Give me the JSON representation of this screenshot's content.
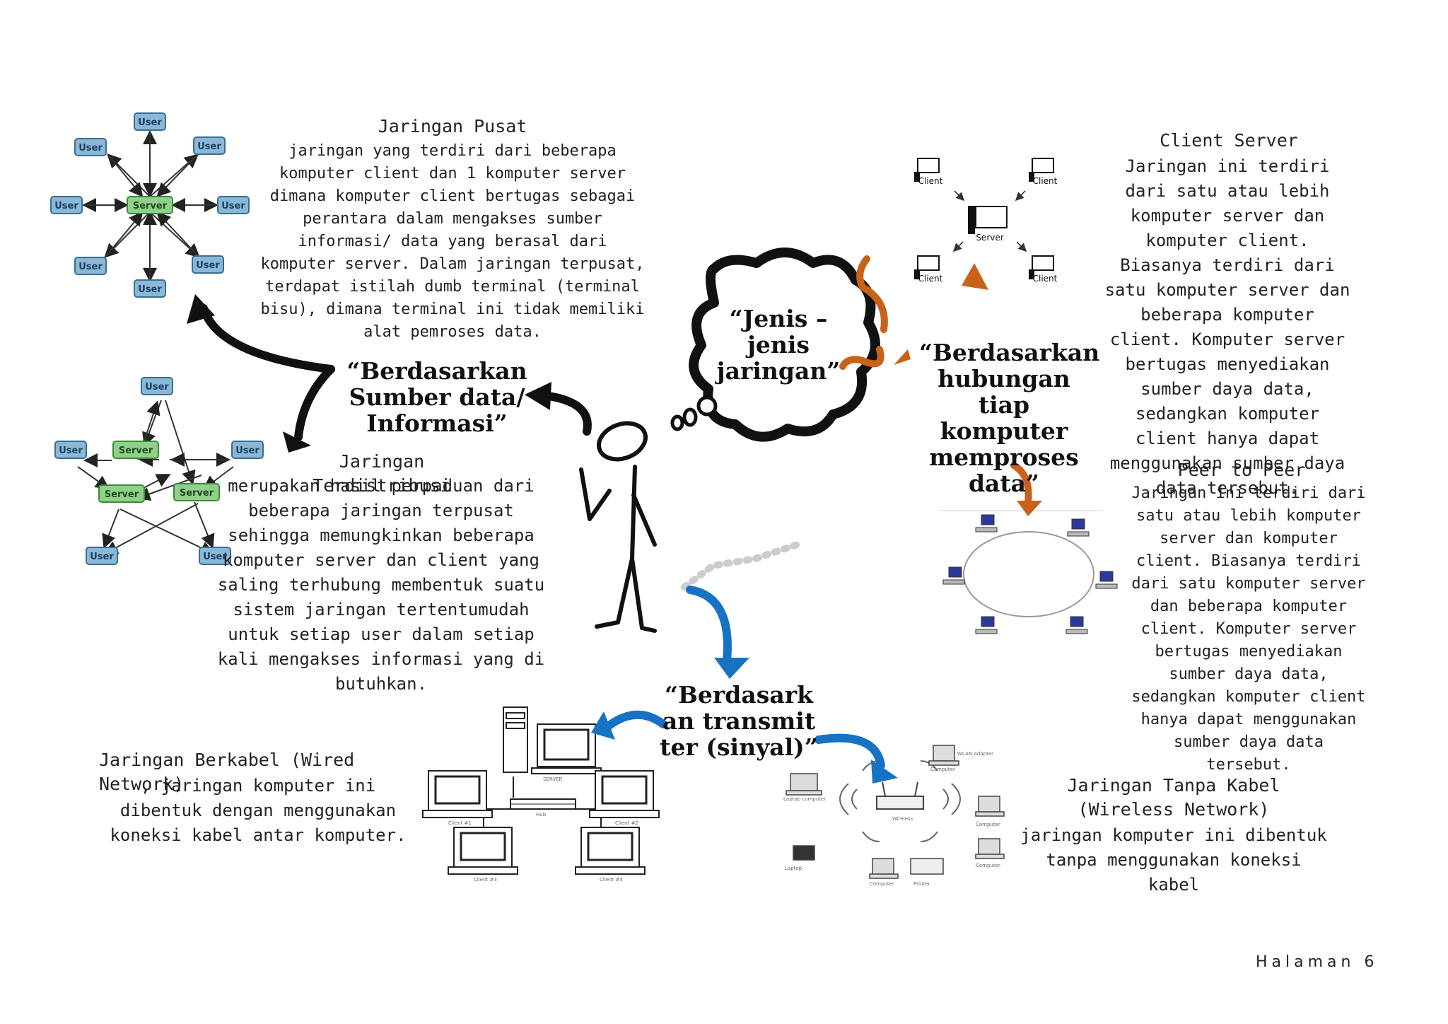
{
  "central": {
    "label": "“Jenis – jenis jaringan”"
  },
  "branches": {
    "sumber": "“Berdasarkan Sumber data/Informasi”",
    "hubungan": "“Berdasarkan hubungan tiap komputer memproses data”",
    "transmitter": "“Berdasarkan transmitter (sinyal)”"
  },
  "sections": {
    "jaringan_pusat": {
      "title": "Jaringan Pusat",
      "body": "jaringan yang terdiri dari beberapa komputer client dan 1 komputer server dimana komputer client bertugas sebagai perantara dalam mengakses sumber informasi/ data yang berasal dari komputer server. Dalam jaringan terpusat, terdapat istilah dumb terminal (terminal bisu), dimana terminal ini tidak memiliki alat pemroses data."
    },
    "jaringan_terdistribusi": {
      "title": "Jaringan Terdistribusi",
      "body": "merupakan hasil perpaduan dari beberapa jaringan terpusat sehingga memungkinkan beberapa komputer server dan client yang saling terhubung membentuk suatu sistem jaringan tertentumudah untuk setiap user dalam setiap kali mengakses informasi yang di butuhkan."
    },
    "client_server": {
      "title": "Client Server",
      "body": "Jaringan ini terdiri dari satu atau lebih komputer server dan komputer client. Biasanya terdiri dari satu komputer server dan beberapa komputer client. Komputer server bertugas menyediakan sumber daya data, sedangkan komputer client hanya dapat menggunakan sumber daya data tersebut."
    },
    "peer_to_peer": {
      "title": "Peer to Peer",
      "body": "Jaringan ini terdiri dari satu atau lebih komputer server dan komputer client. Biasanya terdiri dari satu komputer server dan beberapa komputer client. Komputer server bertugas menyediakan sumber daya data, sedangkan komputer client hanya dapat menggunakan sumber daya data tersebut."
    },
    "wired": {
      "title": "Jaringan Berkabel (Wired Network)",
      "body": ", jaringan komputer ini dibentuk dengan menggunakan koneksi kabel antar komputer."
    },
    "wireless": {
      "title": "Jaringan Tanpa Kabel (Wireless Network)",
      "body": "jaringan komputer ini dibentuk tanpa menggunakan koneksi kabel"
    }
  },
  "diagram_labels": {
    "user": "User",
    "server": "Server",
    "client": "Client",
    "server_caps": "SERVER",
    "hub": "Hub",
    "client1": "Client #1",
    "client2": "Client #2",
    "client3": "Client #3",
    "client4": "Client #4",
    "wlan_adapter": "WLAN Adapter",
    "wireless": "Wireless",
    "computer": "Computer",
    "laptop_computer": "Laptop computer",
    "laptop": "Laptop",
    "printer": "Printer"
  },
  "colors": {
    "user_node": "#8ab8d6",
    "server_node": "#8fd18a",
    "arrow_black": "#111111",
    "arrow_orange": "#c8621b",
    "arrow_blue": "#1673c4"
  },
  "footer": {
    "page": "Halaman 6"
  }
}
